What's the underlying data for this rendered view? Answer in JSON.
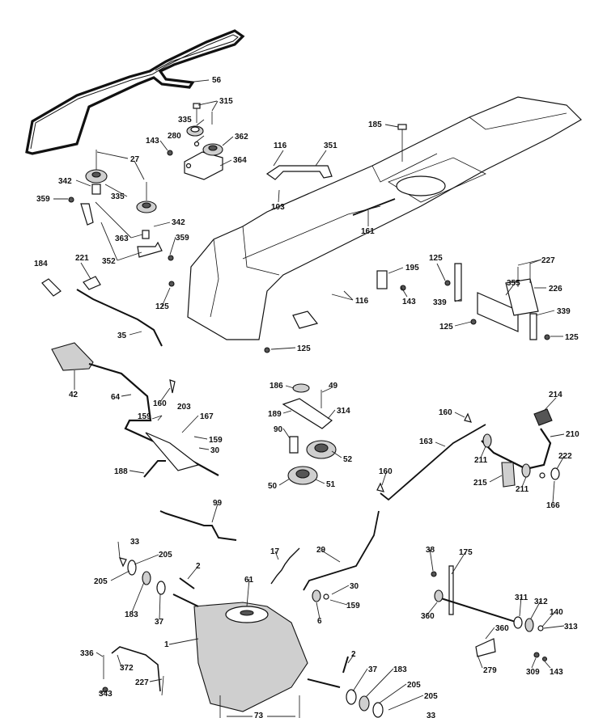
{
  "callouts": [
    {
      "id": "c56",
      "text": "56"
    },
    {
      "id": "c315",
      "text": "315"
    },
    {
      "id": "c335a",
      "text": "335"
    },
    {
      "id": "c280",
      "text": "280"
    },
    {
      "id": "c362",
      "text": "362"
    },
    {
      "id": "c143a",
      "text": "143"
    },
    {
      "id": "c364",
      "text": "364"
    },
    {
      "id": "c27a",
      "text": "27"
    },
    {
      "id": "c342a",
      "text": "342"
    },
    {
      "id": "c359a",
      "text": "359"
    },
    {
      "id": "c335b",
      "text": "335"
    },
    {
      "id": "c342b",
      "text": "342"
    },
    {
      "id": "c363",
      "text": "363"
    },
    {
      "id": "c359b",
      "text": "359"
    },
    {
      "id": "c352",
      "text": "352"
    },
    {
      "id": "c184",
      "text": "184"
    },
    {
      "id": "c221",
      "text": "221"
    },
    {
      "id": "c125a",
      "text": "125"
    },
    {
      "id": "c35",
      "text": "35"
    },
    {
      "id": "c116a",
      "text": "116"
    },
    {
      "id": "c351",
      "text": "351"
    },
    {
      "id": "c103",
      "text": "103"
    },
    {
      "id": "c185",
      "text": "185"
    },
    {
      "id": "c161",
      "text": "161"
    },
    {
      "id": "c195",
      "text": "195"
    },
    {
      "id": "c125b",
      "text": "125"
    },
    {
      "id": "c227a",
      "text": "227"
    },
    {
      "id": "c226",
      "text": "226"
    },
    {
      "id": "c355",
      "text": "355"
    },
    {
      "id": "c116b",
      "text": "116"
    },
    {
      "id": "c143b",
      "text": "143"
    },
    {
      "id": "c339a",
      "text": "339"
    },
    {
      "id": "c339b",
      "text": "339"
    },
    {
      "id": "c125c",
      "text": "125"
    },
    {
      "id": "c125d",
      "text": "125"
    },
    {
      "id": "c125e",
      "text": "125"
    },
    {
      "id": "c42",
      "text": "42"
    },
    {
      "id": "c64",
      "text": "64"
    },
    {
      "id": "c160a",
      "text": "160"
    },
    {
      "id": "c203",
      "text": "203"
    },
    {
      "id": "c159a",
      "text": "159"
    },
    {
      "id": "c167",
      "text": "167"
    },
    {
      "id": "c159b",
      "text": "159"
    },
    {
      "id": "c30a",
      "text": "30"
    },
    {
      "id": "c188",
      "text": "188"
    },
    {
      "id": "c186",
      "text": "186"
    },
    {
      "id": "c49",
      "text": "49"
    },
    {
      "id": "c189",
      "text": "189"
    },
    {
      "id": "c314",
      "text": "314"
    },
    {
      "id": "c90",
      "text": "90"
    },
    {
      "id": "c52",
      "text": "52"
    },
    {
      "id": "c50",
      "text": "50"
    },
    {
      "id": "c51",
      "text": "51"
    },
    {
      "id": "c214",
      "text": "214"
    },
    {
      "id": "c160b",
      "text": "160"
    },
    {
      "id": "c210",
      "text": "210"
    },
    {
      "id": "c163",
      "text": "163"
    },
    {
      "id": "c222",
      "text": "222"
    },
    {
      "id": "c211a",
      "text": "211"
    },
    {
      "id": "c160c",
      "text": "160"
    },
    {
      "id": "c215",
      "text": "215"
    },
    {
      "id": "c211b",
      "text": "211"
    },
    {
      "id": "c166",
      "text": "166"
    },
    {
      "id": "c99",
      "text": "99"
    },
    {
      "id": "c33a",
      "text": "33"
    },
    {
      "id": "c205a",
      "text": "205"
    },
    {
      "id": "c205b",
      "text": "205"
    },
    {
      "id": "c2a",
      "text": "2"
    },
    {
      "id": "c183a",
      "text": "183"
    },
    {
      "id": "c37a",
      "text": "37"
    },
    {
      "id": "c17",
      "text": "17"
    },
    {
      "id": "c29",
      "text": "29"
    },
    {
      "id": "c61",
      "text": "61"
    },
    {
      "id": "c30b",
      "text": "30"
    },
    {
      "id": "c159c",
      "text": "159"
    },
    {
      "id": "c6",
      "text": "6"
    },
    {
      "id": "c38",
      "text": "38"
    },
    {
      "id": "c175",
      "text": "175"
    },
    {
      "id": "c360a",
      "text": "360"
    },
    {
      "id": "c311",
      "text": "311"
    },
    {
      "id": "c312",
      "text": "312"
    },
    {
      "id": "c140",
      "text": "140"
    },
    {
      "id": "c360b",
      "text": "360"
    },
    {
      "id": "c313",
      "text": "313"
    },
    {
      "id": "c1",
      "text": "1"
    },
    {
      "id": "c336",
      "text": "336"
    },
    {
      "id": "c372",
      "text": "372"
    },
    {
      "id": "c227b",
      "text": "227"
    },
    {
      "id": "c343",
      "text": "343"
    },
    {
      "id": "c2b",
      "text": "2"
    },
    {
      "id": "c37b",
      "text": "37"
    },
    {
      "id": "c183b",
      "text": "183"
    },
    {
      "id": "c205c",
      "text": "205"
    },
    {
      "id": "c205d",
      "text": "205"
    },
    {
      "id": "c73",
      "text": "73"
    },
    {
      "id": "c33b",
      "text": "33"
    },
    {
      "id": "c279",
      "text": "279"
    },
    {
      "id": "c309",
      "text": "309"
    },
    {
      "id": "c143c",
      "text": "143"
    }
  ]
}
